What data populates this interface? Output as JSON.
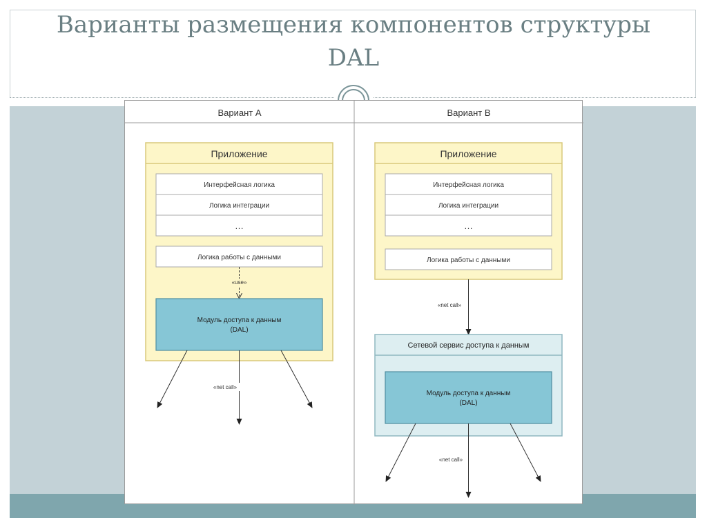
{
  "slide_title_line1": "Варианты размещения компонентов структуры",
  "slide_title_line2": "DAL",
  "variant_a": {
    "header": "Вариант А",
    "app_title": "Приложение",
    "layers": [
      "Интерфейсная логика",
      "Логика интеграции",
      "…"
    ],
    "data_logic": "Логика работы с данными",
    "use_label": "«use»",
    "dal_line1": "Модуль доступа к данным",
    "dal_line2": "(DAL)",
    "net_call": "«net call»"
  },
  "variant_b": {
    "header": "Вариант В",
    "app_title": "Приложение",
    "layers": [
      "Интерфейсная логика",
      "Логика интеграции",
      "…"
    ],
    "data_logic": "Логика работы с данными",
    "net_call_top": "«net call»",
    "service_title": "Сетевой сервис доступа к данным",
    "dal_line1": "Модуль доступа к данным",
    "dal_line2": "(DAL)",
    "net_call_bottom": "«net call»"
  },
  "colors": {
    "app_fill": "#fdf6c8",
    "app_border": "#d9c97a",
    "dal_fill": "#86c6d6",
    "dal_border": "#4f8ea0",
    "service_fill": "#ddeef1",
    "service_border": "#8fb7c0",
    "background": "#c3d2d7",
    "title": "#6a7f83"
  }
}
